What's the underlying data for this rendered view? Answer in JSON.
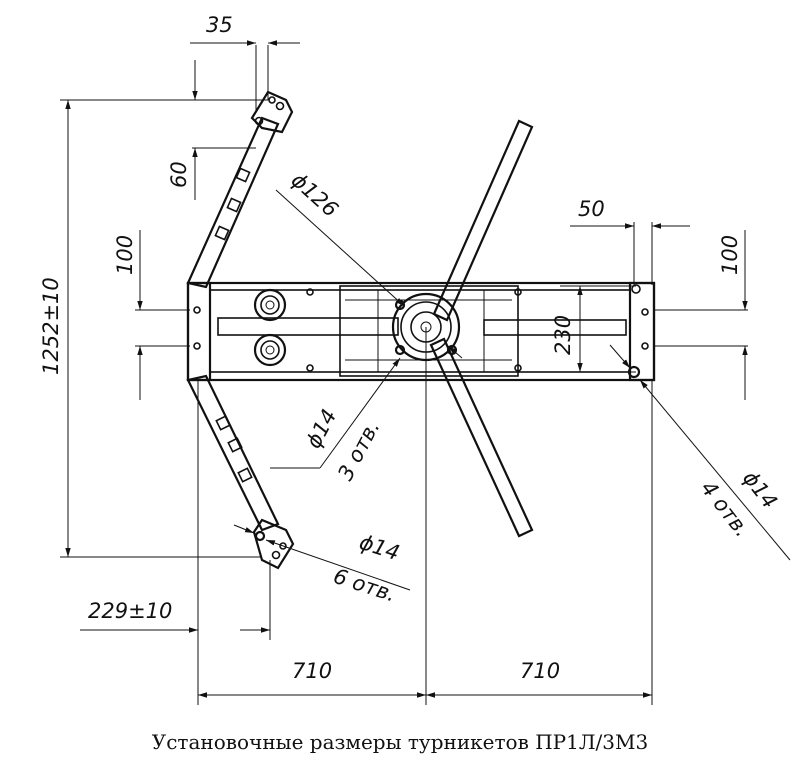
{
  "dimensions": {
    "d35": "35",
    "d60": "60",
    "d126": "ϕ126",
    "d50": "50",
    "d100_left": "100",
    "d100_right": "100",
    "d1252": "1252±10",
    "d14_center": "ϕ14",
    "holes_center": "3 отв.",
    "d230": "230",
    "d14_right": "ϕ14",
    "holes_right": "4 отв.",
    "d14_left": "ϕ14",
    "holes_left": "6 отв.",
    "d229": "229±10",
    "d710_left": "710",
    "d710_right": "710"
  },
  "caption": "Установочные размеры турникетов ПР1Л/3М3"
}
